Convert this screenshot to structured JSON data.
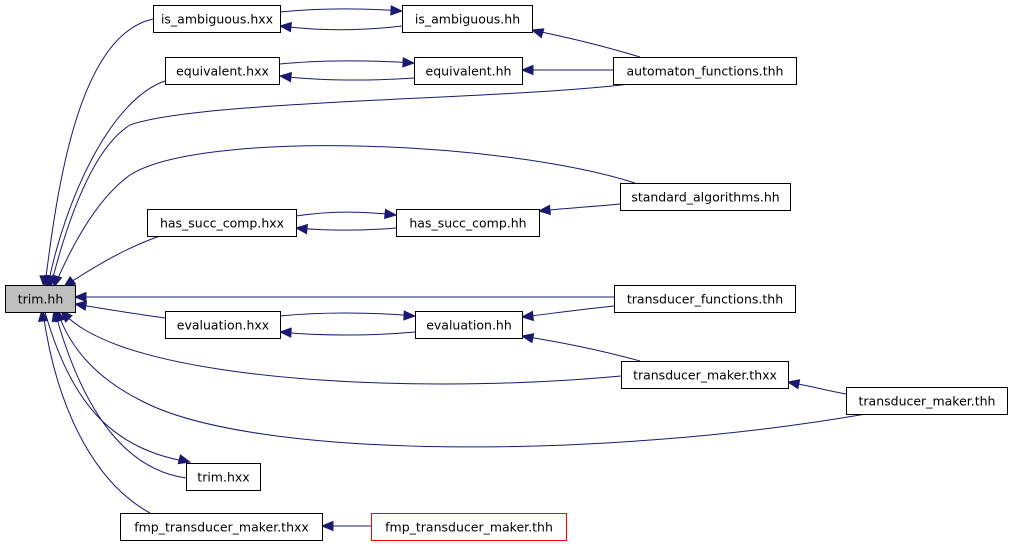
{
  "nodes": [
    {
      "id": "trim_hh",
      "label": "trim.hh",
      "root": true
    },
    {
      "id": "is_ambiguous_hxx",
      "label": "is_ambiguous.hxx"
    },
    {
      "id": "is_ambiguous_hh",
      "label": "is_ambiguous.hh"
    },
    {
      "id": "equivalent_hxx",
      "label": "equivalent.hxx"
    },
    {
      "id": "equivalent_hh",
      "label": "equivalent.hh"
    },
    {
      "id": "automaton_functions_thh",
      "label": "automaton_functions.thh"
    },
    {
      "id": "standard_algorithms_hh",
      "label": "standard_algorithms.hh"
    },
    {
      "id": "has_succ_comp_hxx",
      "label": "has_succ_comp.hxx"
    },
    {
      "id": "has_succ_comp_hh",
      "label": "has_succ_comp.hh"
    },
    {
      "id": "transducer_functions_thh",
      "label": "transducer_functions.thh"
    },
    {
      "id": "evaluation_hxx",
      "label": "evaluation.hxx"
    },
    {
      "id": "evaluation_hh",
      "label": "evaluation.hh"
    },
    {
      "id": "transducer_maker_thxx",
      "label": "transducer_maker.thxx"
    },
    {
      "id": "transducer_maker_thh",
      "label": "transducer_maker.thh"
    },
    {
      "id": "trim_hxx",
      "label": "trim.hxx"
    },
    {
      "id": "fmp_transducer_maker_thxx",
      "label": "fmp_transducer_maker.thxx"
    },
    {
      "id": "fmp_transducer_maker_thh",
      "label": "fmp_transducer_maker.thh",
      "missing": true
    }
  ],
  "edges": [
    {
      "from": "is_ambiguous_hxx",
      "to": "trim_hh"
    },
    {
      "from": "is_ambiguous_hxx",
      "to": "is_ambiguous_hh"
    },
    {
      "from": "is_ambiguous_hh",
      "to": "is_ambiguous_hxx"
    },
    {
      "from": "automaton_functions_thh",
      "to": "is_ambiguous_hh"
    },
    {
      "from": "equivalent_hxx",
      "to": "trim_hh"
    },
    {
      "from": "equivalent_hxx",
      "to": "equivalent_hh"
    },
    {
      "from": "equivalent_hh",
      "to": "equivalent_hxx"
    },
    {
      "from": "automaton_functions_thh",
      "to": "equivalent_hh"
    },
    {
      "from": "automaton_functions_thh",
      "to": "trim_hh"
    },
    {
      "from": "standard_algorithms_hh",
      "to": "trim_hh"
    },
    {
      "from": "has_succ_comp_hxx",
      "to": "trim_hh"
    },
    {
      "from": "has_succ_comp_hxx",
      "to": "has_succ_comp_hh"
    },
    {
      "from": "has_succ_comp_hh",
      "to": "has_succ_comp_hxx"
    },
    {
      "from": "standard_algorithms_hh",
      "to": "has_succ_comp_hh"
    },
    {
      "from": "transducer_functions_thh",
      "to": "trim_hh"
    },
    {
      "from": "evaluation_hxx",
      "to": "trim_hh"
    },
    {
      "from": "evaluation_hxx",
      "to": "evaluation_hh"
    },
    {
      "from": "evaluation_hh",
      "to": "evaluation_hxx"
    },
    {
      "from": "transducer_functions_thh",
      "to": "evaluation_hh"
    },
    {
      "from": "transducer_maker_thxx",
      "to": "evaluation_hh"
    },
    {
      "from": "transducer_maker_thxx",
      "to": "trim_hh"
    },
    {
      "from": "transducer_maker_thh",
      "to": "transducer_maker_thxx"
    },
    {
      "from": "transducer_maker_thh",
      "to": "trim_hh"
    },
    {
      "from": "trim_hxx",
      "to": "trim_hh"
    },
    {
      "from": "trim_hh",
      "to": "trim_hxx"
    },
    {
      "from": "fmp_transducer_maker_thxx",
      "to": "trim_hh"
    },
    {
      "from": "fmp_transducer_maker_thh",
      "to": "fmp_transducer_maker_thxx"
    }
  ]
}
